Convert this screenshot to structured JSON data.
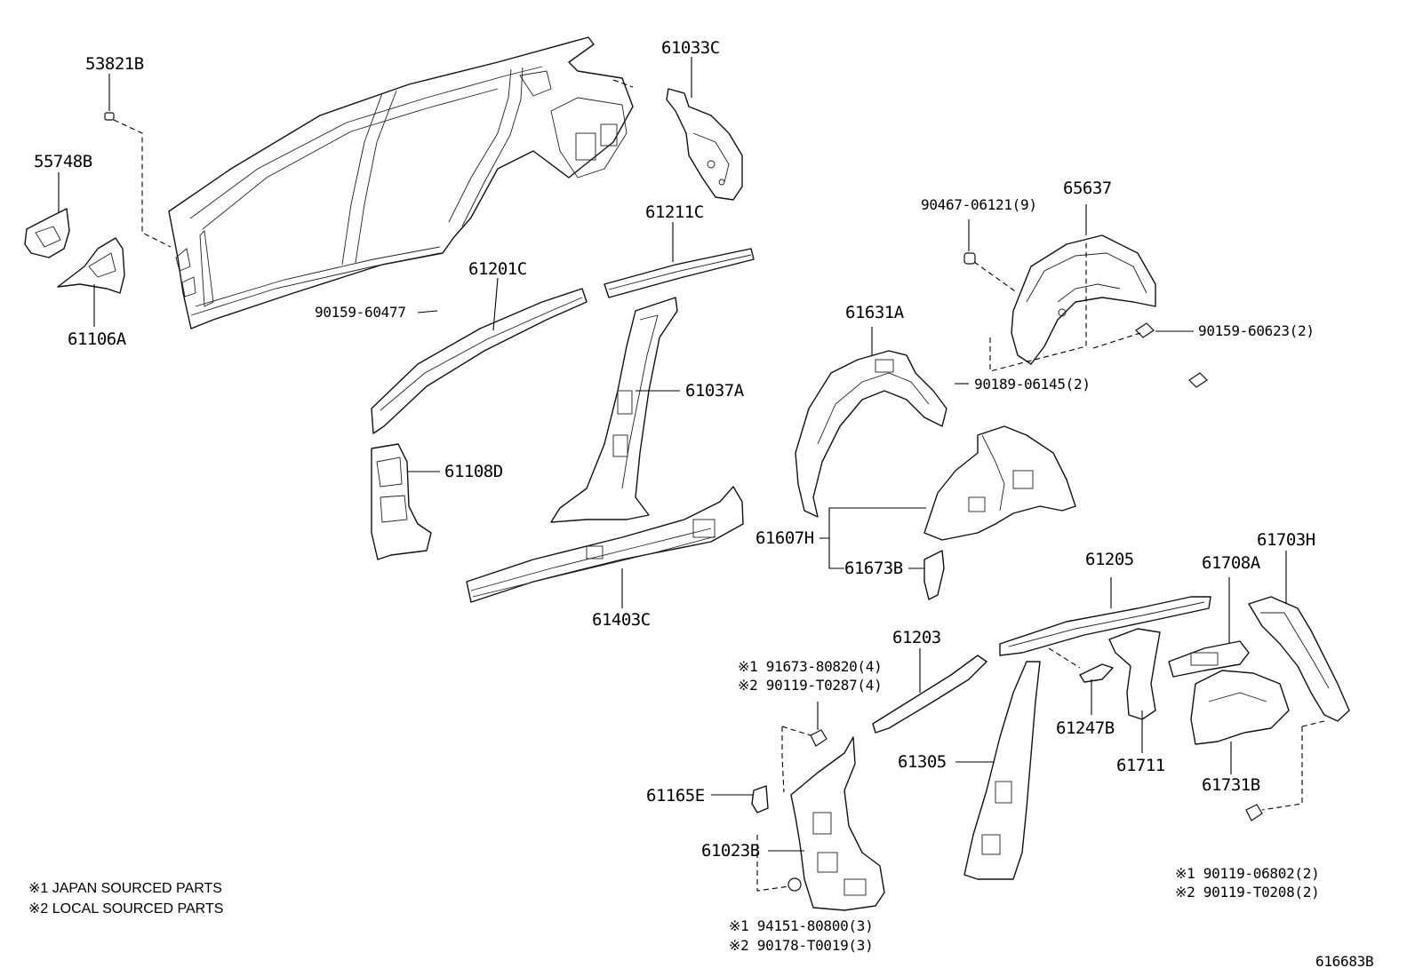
{
  "parts": {
    "p53821B": "53821B",
    "p55748B": "55748B",
    "p61106A": "61106A",
    "p90159_60477": "90159-60477",
    "p61201C": "61201C",
    "p61211C": "61211C",
    "p61033C": "61033C",
    "p61037A": "61037A",
    "p61108D": "61108D",
    "p61403C": "61403C",
    "p90467": "90467-06121(9)",
    "p65637": "65637",
    "p90159_60623": "90159-60623(2)",
    "p90189": "90189-06145(2)",
    "p61631A": "61631A",
    "p61607H": "61607H",
    "p61673B": "61673B",
    "p61205": "61205",
    "p61708A": "61708A",
    "p61703H": "61703H",
    "p61203": "61203",
    "p61247B": "61247B",
    "p61711": "61711",
    "p61731B": "61731B",
    "p61305": "61305",
    "p61165E": "61165E",
    "p61023B": "61023B"
  },
  "refs": {
    "r1a": "※1 91673-80820(4)",
    "r1b": "※2 90119-T0287(4)",
    "r2a": "※1 90119-06802(2)",
    "r2b": "※2 90119-T0208(2)",
    "r3a": "※1 94151-80800(3)",
    "r3b": "※2 90178-T0019(3)"
  },
  "legend": {
    "japan": "※1 JAPAN SOURCED PARTS",
    "local": "※2 LOCAL SOURCED PARTS"
  },
  "diagram_id": "616683B"
}
